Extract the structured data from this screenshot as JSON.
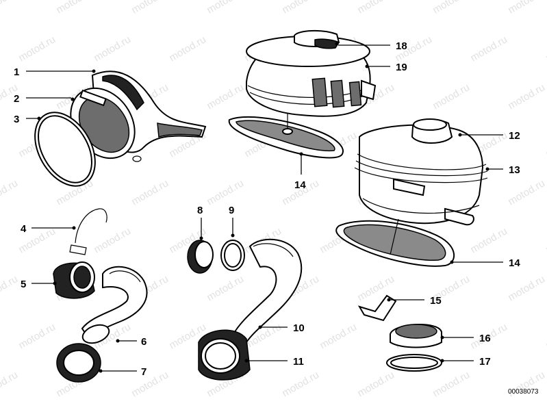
{
  "watermark": "motod.ru",
  "diagram_code": "00038073",
  "callouts": [
    {
      "id": "1",
      "text": "1"
    },
    {
      "id": "2",
      "text": "2"
    },
    {
      "id": "3",
      "text": "3"
    },
    {
      "id": "4",
      "text": "4"
    },
    {
      "id": "5",
      "text": "5"
    },
    {
      "id": "6",
      "text": "6"
    },
    {
      "id": "7",
      "text": "7"
    },
    {
      "id": "8",
      "text": "8"
    },
    {
      "id": "9",
      "text": "9"
    },
    {
      "id": "10",
      "text": "10"
    },
    {
      "id": "11",
      "text": "11"
    },
    {
      "id": "12",
      "text": "12"
    },
    {
      "id": "13",
      "text": "13"
    },
    {
      "id": "14a",
      "text": "14"
    },
    {
      "id": "14b",
      "text": "14"
    },
    {
      "id": "15",
      "text": "15"
    },
    {
      "id": "16",
      "text": "16"
    },
    {
      "id": "17",
      "text": "17"
    },
    {
      "id": "18",
      "text": "18"
    },
    {
      "id": "19",
      "text": "19"
    }
  ]
}
